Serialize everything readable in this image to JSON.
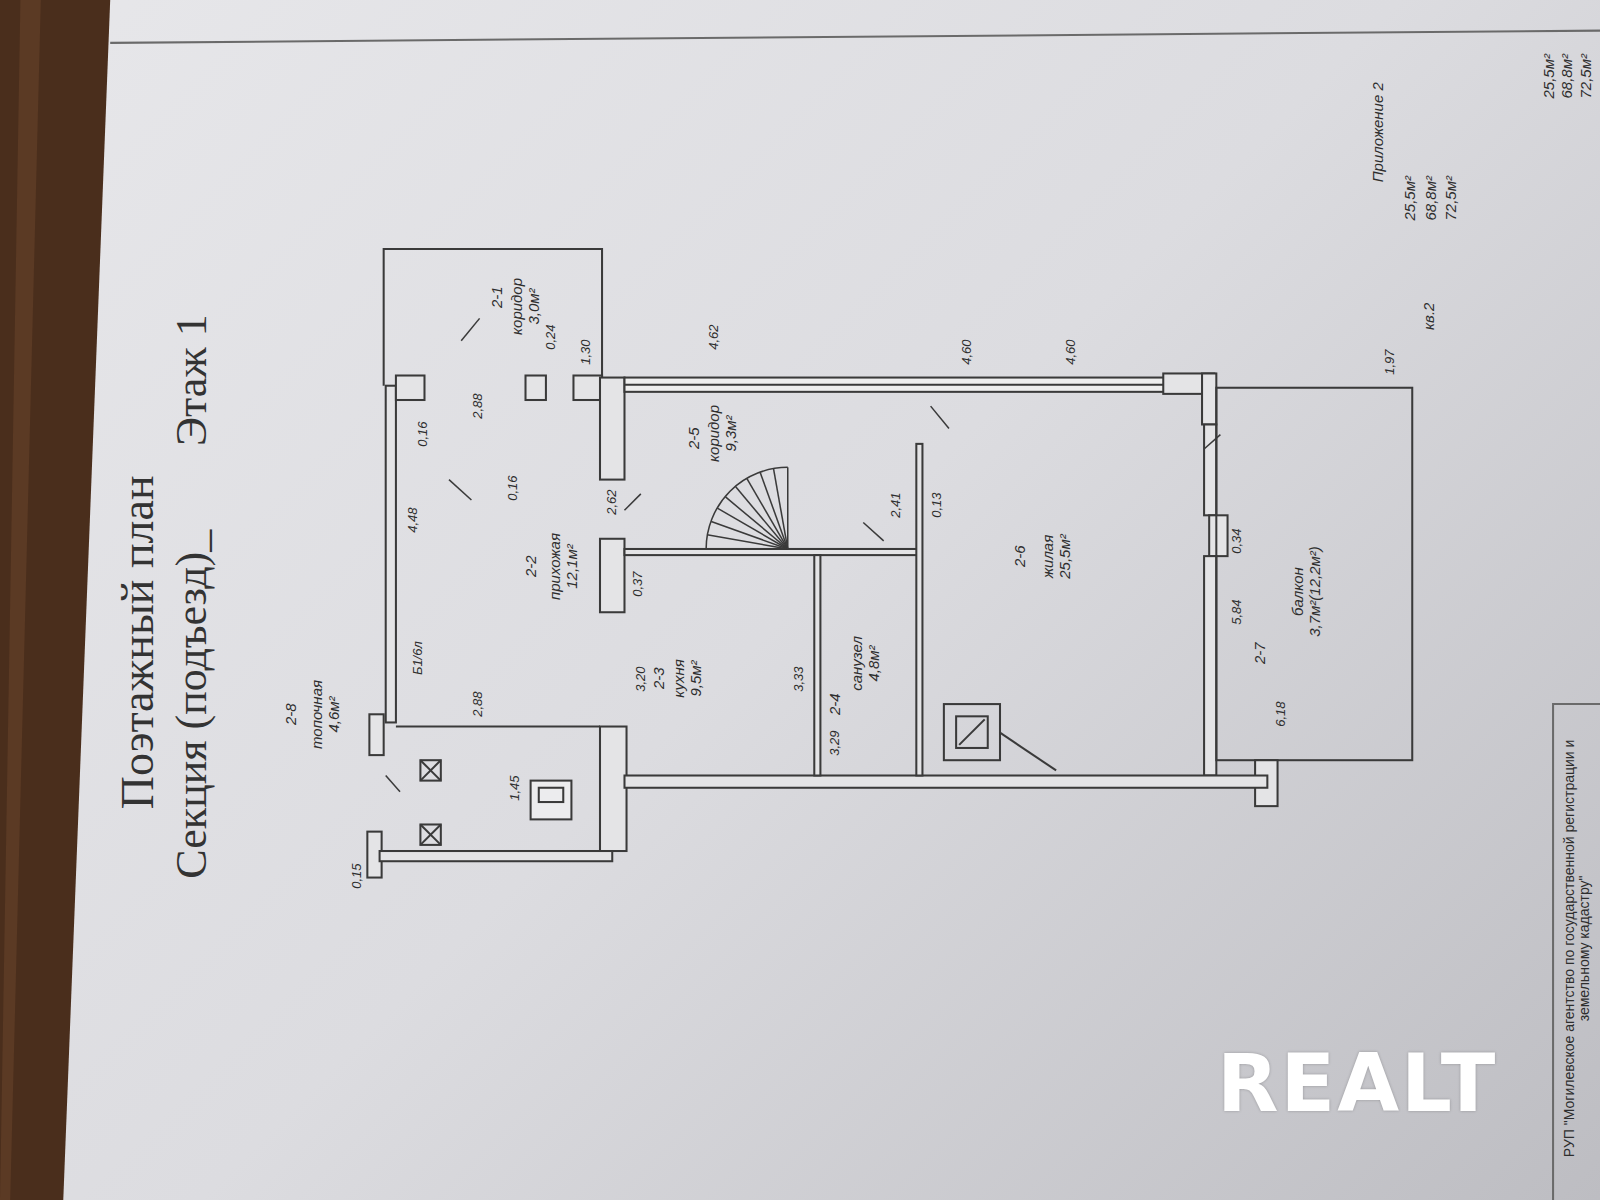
{
  "diagram": {
    "title": "Поэтажный план",
    "nodes": [
      {
        "text": [
          "2-1",
          "коридор 3,0м²"
        ]
      },
      {
        "text": [
          "2-2",
          "прихожая 12,1м²"
        ]
      },
      {
        "text": [
          "2-3",
          "кухня 9,5м²"
        ]
      },
      {
        "text": [
          "2-4",
          "санузел 4,8м²"
        ]
      },
      {
        "text": [
          "2-5",
          "коридор 9,3м²"
        ]
      },
      {
        "text": [
          "2-6",
          "жилая 25,5м²"
        ]
      },
      {
        "text": [
          "2-7",
          "балкон 3,7м²(12,2м²)"
        ]
      },
      {
        "text": [
          "2-8",
          "топочная 4,6м²"
        ]
      }
    ],
    "labels": [
      "Приложение 2",
      "Секция (подъезд)_",
      "Этаж 1",
      "25,5м²",
      "68,8м²",
      "72,5м²",
      "кв.2",
      "0,15",
      "1,45",
      "2,88",
      "Б1/6л",
      "4,48",
      "0,16",
      "2,88",
      "0,24",
      "1,30",
      "0,16",
      "2,62",
      "4,62",
      "0,37",
      "3,20",
      "3,33",
      "3,29",
      "2,41",
      "0,13",
      "4,60",
      "4,60",
      "0,34",
      "5,84",
      "6,18",
      "1,97",
      "25,5м²",
      "68,8м²",
      "72,5м²",
      "РУП \"Могилевское агентство по государственной регистрации и земельному кадастру\"",
      "REALT"
    ]
  }
}
